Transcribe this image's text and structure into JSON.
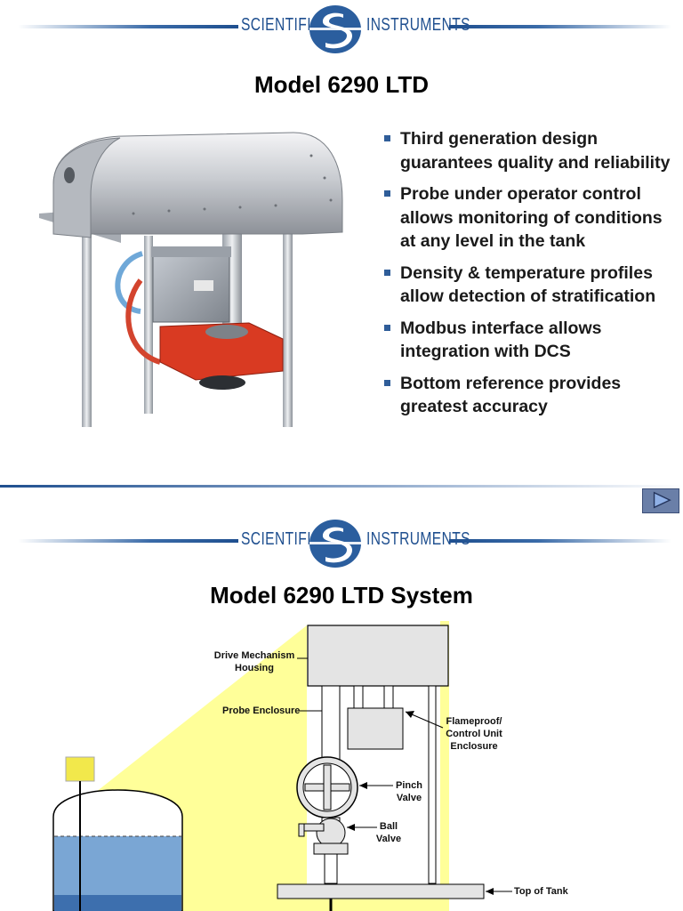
{
  "slide1": {
    "logo": {
      "left_word": "SCIENTIFIC",
      "right_word": "INSTRUMENTS",
      "color": "#1f4f8f"
    },
    "title": "Model 6290 LTD",
    "bullets": [
      {
        "text": "Third generation design guarantees quality and reliability"
      },
      {
        "text": "Probe under operator control allows monitoring of conditions at any level in the tank"
      },
      {
        "text": "Density & temperature profiles allow detection of stratification"
      },
      {
        "text": "Modbus interface allows integration with DCS"
      },
      {
        "text": "Bottom reference provides greatest accuracy"
      }
    ],
    "photo_icon": "tank-gauge-photo"
  },
  "navigation": {
    "next_icon": "play-triangle-icon"
  },
  "slide2": {
    "logo": {
      "left_word": "SCIENTIFIC",
      "right_word": "INSTRUMENTS"
    },
    "title": "Model 6290 LTD System",
    "labels": {
      "drive_housing_1": "Drive Mechanism",
      "drive_housing_2": "Housing",
      "probe_enclosure": "Probe Enclosure",
      "flameproof_1": "Flameproof/",
      "flameproof_2": "Control Unit",
      "flameproof_3": "Enclosure",
      "pinch_1": "Pinch",
      "pinch_2": "Valve",
      "ball_1": "Ball",
      "ball_2": "Valve",
      "top_of_tank": "Top of Tank"
    },
    "colors": {
      "highlight": "#ffff99",
      "liquid": "#7aa6d4",
      "tank_accent": "#f2e84b"
    }
  }
}
